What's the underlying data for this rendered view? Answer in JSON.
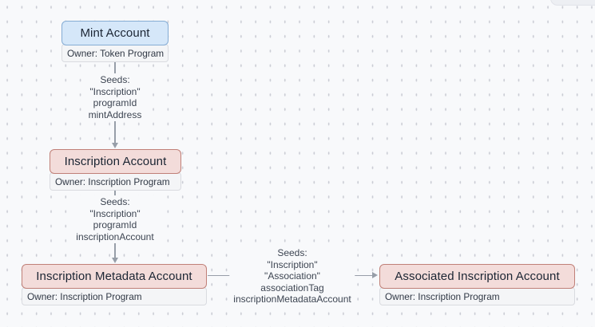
{
  "colors": {
    "bg": "#f8f9fb",
    "dot": "#caccd4",
    "blue_fill": "#d5e7f9",
    "blue_border": "#85acd4",
    "pink_fill": "#f3dcda",
    "pink_border": "#c08078",
    "owner_bg": "#f4f5f7",
    "owner_border": "#d9dbe0",
    "edge": "#979ea8",
    "title_text": "#1b2533",
    "owner_text": "#303845",
    "edge_text": "#3d4552"
  },
  "nodes": [
    {
      "id": "mint-account",
      "title": "Mint Account",
      "owner": "Owner: Token Program",
      "variant": "blue"
    },
    {
      "id": "inscription-account",
      "title": "Inscription Account",
      "owner": "Owner: Inscription Program",
      "variant": "pink"
    },
    {
      "id": "inscription-metadata-account",
      "title": "Inscription Metadata Account",
      "owner": "Owner: Inscription Program",
      "variant": "pink"
    },
    {
      "id": "associated-inscription-account",
      "title": "Associated Inscription Account",
      "owner": "Owner: Inscription Program",
      "variant": "pink"
    }
  ],
  "edges": [
    {
      "from": "mint-account",
      "to": "inscription-account",
      "label_lines": [
        "Seeds:",
        "\"Inscription\"",
        "programId",
        "mintAddress"
      ]
    },
    {
      "from": "inscription-account",
      "to": "inscription-metadata-account",
      "label_lines": [
        "Seeds:",
        "\"Inscription\"",
        "programId",
        "inscriptionAccount"
      ]
    },
    {
      "from": "inscription-metadata-account",
      "to": "associated-inscription-account",
      "label_lines": [
        "Seeds:",
        "\"Inscription\"",
        "\"Association\"",
        "associationTag",
        "inscriptionMetadataAccount"
      ]
    }
  ]
}
